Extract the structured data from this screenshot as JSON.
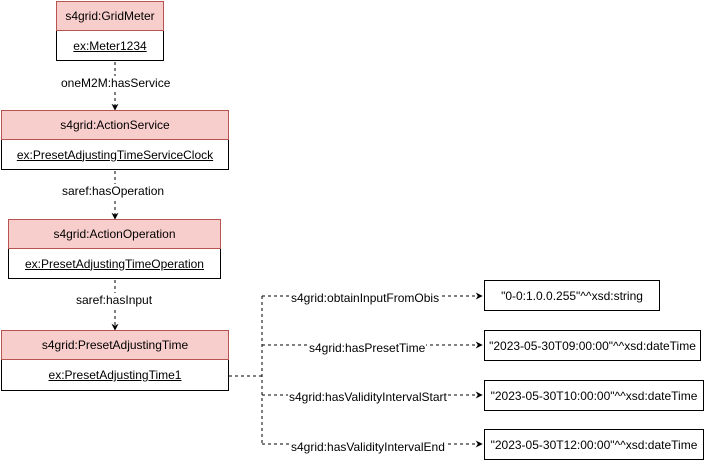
{
  "nodes": {
    "grid_meter": {
      "class_label": "s4grid:GridMeter",
      "instance_label": "ex:Meter1234"
    },
    "action_service": {
      "class_label": "s4grid:ActionService",
      "instance_label": "ex:PresetAdjustingTimeServiceClock"
    },
    "action_operation": {
      "class_label": "s4grid:ActionOperation",
      "instance_label": "ex:PresetAdjustingTimeOperation"
    },
    "preset_adjusting_time": {
      "class_label": "s4grid:PresetAdjustingTime",
      "instance_label": "ex:PresetAdjustingTime1"
    }
  },
  "edges": {
    "has_service": "oneM2M:hasService",
    "has_operation": "saref:hasOperation",
    "has_input": "saref:hasInput",
    "obtain_input_from_obis": "s4grid:obtainInputFromObis",
    "has_preset_time": "s4grid:hasPresetTime",
    "has_validity_interval_start": "s4grid:hasValidityIntervalStart",
    "has_validity_interval_end": "s4grid:hasValidityIntervalEnd"
  },
  "literals": {
    "obis_code": "\"0-0:1.0.0.255\"^^xsd:string",
    "preset_time": "\"2023-05-30T09:00:00\"^^xsd:dateTime",
    "validity_start": "\"2023-05-30T10:00:00\"^^xsd:dateTime",
    "validity_end": "\"2023-05-30T12:00:00\"^^xsd:dateTime"
  },
  "colors": {
    "class_fill": "#f8cecc",
    "class_stroke": "#b85450",
    "edge": "#000000"
  }
}
